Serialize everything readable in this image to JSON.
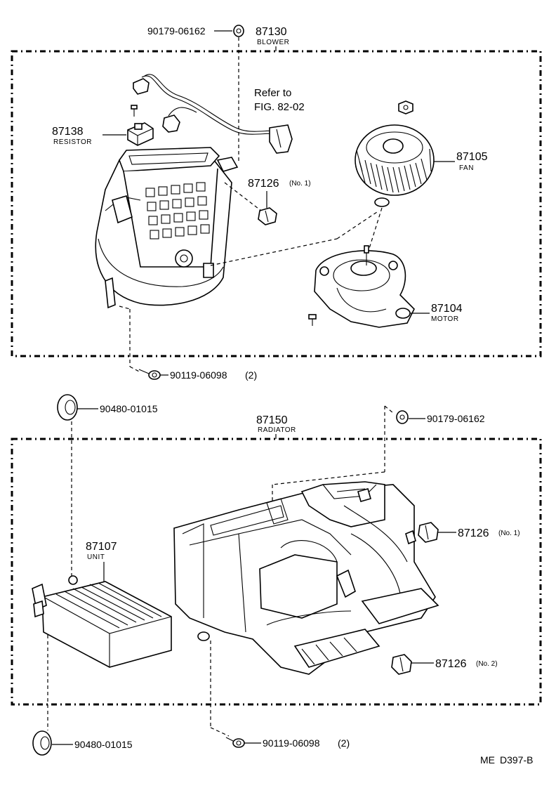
{
  "labels": {
    "p_90179_top": "90179-06162",
    "p_87130": "87130",
    "p_87130_sub": "BLOWER",
    "refer_line1": "Refer to",
    "refer_line2": "FIG. 82-02",
    "p_87138": "87138",
    "p_87138_sub": "RESISTOR",
    "p_87126_a": "87126",
    "p_87126_a_qty": "(No. 1)",
    "p_87105": "87105",
    "p_87105_sub": "FAN",
    "p_87104": "87104",
    "p_87104_sub": "MOTOR",
    "p_90119_top": "90119-06098",
    "p_90119_top_qty": "(2)",
    "p_90480_top": "90480-01015",
    "p_87150": "87150",
    "p_87150_sub": "RADIATOR",
    "p_90179_mid": "90179-06162",
    "p_87126_b": "87126",
    "p_87126_b_qty": "(No. 1)",
    "p_87107": "87107",
    "p_87107_sub": "UNIT",
    "p_87126_c": "87126",
    "p_87126_c_qty": "(No. 2)",
    "p_90480_bot": "90480-01015",
    "p_90119_bot": "90119-06098",
    "p_90119_bot_qty": "(2)",
    "code_me": "ME",
    "code_fig": "D397-B"
  }
}
